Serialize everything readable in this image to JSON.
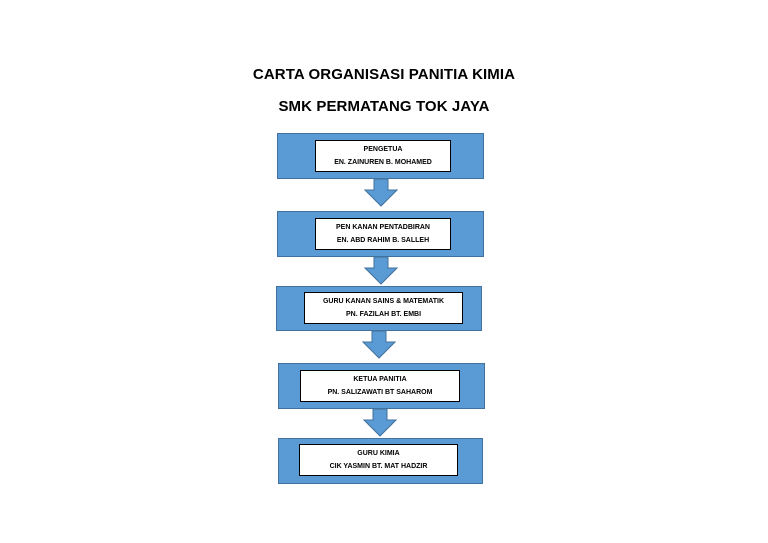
{
  "title": {
    "line1": "CARTA ORGANISASI PANITIA KIMIA",
    "line2": "SMK PERMATANG TOK JAYA"
  },
  "nodes": [
    {
      "role": "PENGETUA",
      "name": "EN. ZAINUREN B. MOHAMED"
    },
    {
      "role": "PEN KANAN PENTADBIRAN",
      "name": "EN. ABD RAHIM B. SALLEH"
    },
    {
      "role": "GURU KANAN SAINS & MATEMATIK",
      "name": "PN. FAZILAH BT. EMBI"
    },
    {
      "role": "KETUA PANITIA",
      "name": "PN. SALIZAWATI BT SAHAROM"
    },
    {
      "role": "GURU KIMIA",
      "name": "CIK YASMIN BT. MAT HADZIR"
    }
  ],
  "colors": {
    "box_fill": "#5b9bd5",
    "box_border": "#41719c",
    "inner_fill": "#ffffff",
    "text": "#000000"
  }
}
